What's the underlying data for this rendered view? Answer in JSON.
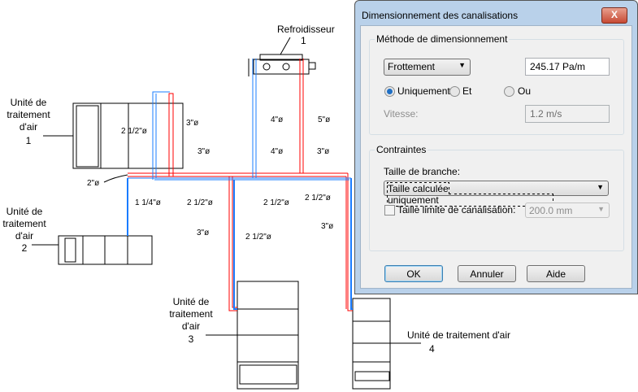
{
  "drawing": {
    "chiller": {
      "name": "Refroidisseur",
      "number": "1"
    },
    "ahu": [
      {
        "lines": [
          "Unité de",
          "traitement",
          "d'air",
          "1"
        ]
      },
      {
        "lines": [
          "Unité de",
          "traitement",
          "d'air",
          "2"
        ]
      },
      {
        "lines": [
          "Unité de",
          "traitement",
          "d'air",
          "3"
        ]
      },
      {
        "lines": [
          "Unité de traitement d'air",
          "4"
        ]
      }
    ],
    "dims": [
      "3\"ø",
      "2 1/2\"ø",
      "4\"ø",
      "5\"ø",
      "3\"ø",
      "4\"ø",
      "3\"ø",
      "2\"ø",
      "1 1/4\"ø",
      "2 1/2\"ø",
      "2 1/2\"ø",
      "2 1/2\"ø",
      "3\"ø",
      "2 1/2\"ø",
      "3\"ø"
    ],
    "colors": {
      "supply": "#ff0000",
      "return": "#1a7cff"
    }
  },
  "dialog": {
    "title": "Dimensionnement des canalisations",
    "close": "X",
    "method_group": "Méthode de dimensionnement",
    "method_select": "Frottement",
    "friction_value": "245.17 Pa/m",
    "radios": [
      {
        "label": "Uniquement",
        "checked": true
      },
      {
        "label": "Et",
        "checked": false
      },
      {
        "label": "Ou",
        "checked": false
      }
    ],
    "velocity_label": "Vitesse:",
    "velocity_value": "1.2 m/s",
    "constraints_group": "Contraintes",
    "branch_size_label": "Taille de branche:",
    "branch_size_value": "Taille calculée uniquement",
    "limit_label": "Taille limite de canalisation:",
    "limit_checked": false,
    "limit_value": "200.0 mm",
    "ok": "OK",
    "cancel": "Annuler",
    "help": "Aide"
  }
}
